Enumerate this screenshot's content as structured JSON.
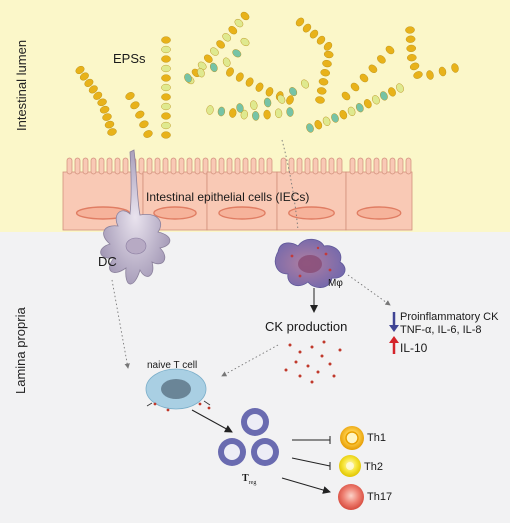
{
  "regions": {
    "lumen_label": "Intestinal lumen",
    "lamina_label": "Lamina propria"
  },
  "labels": {
    "eps": "EPSs",
    "iec": "Intestinal epithelial cells (IECs)",
    "dc": "DC",
    "macrophage": "Mφ",
    "ck_production": "CK production",
    "naive_t": "naive T cell",
    "treg_main": "T",
    "treg_sub": "reg",
    "th1": "Th1",
    "th2": "Th2",
    "th17": "Th17",
    "proinflammatory_line1": "Proinflammatory CK",
    "proinflammatory_line2": "TNF-α, IL-6, IL-8",
    "il10": "IL-10"
  },
  "colors": {
    "lumen_bg": "#fbf7c9",
    "lamina_bg": "#f2f2f3",
    "iec_fill": "#f9c9b5",
    "bead_yellow": "#e8b21a",
    "bead_green": "#76c3a6",
    "bead_pale": "#dfe98f",
    "macrophage": "#7e77b6",
    "treg": "#6a6bb0",
    "th1": "#f2a700",
    "th2": "#f2dd00",
    "th17": "#e05a4e",
    "arrow_down": "#3f4494",
    "arrow_up": "#d4232a"
  }
}
